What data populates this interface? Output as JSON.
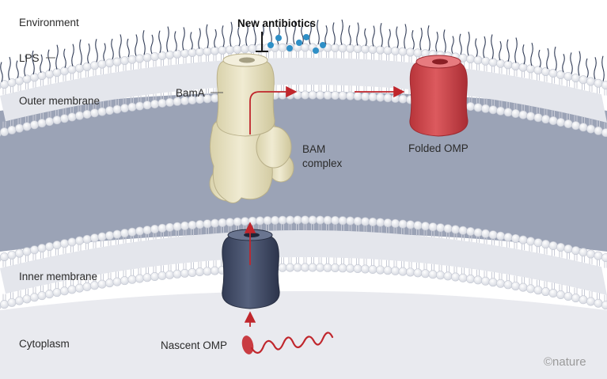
{
  "labels": {
    "environment": "Environment",
    "lps": "LPS",
    "outer_membrane": "Outer membrane",
    "inner_membrane": "Inner membrane",
    "cytoplasm": "Cytoplasm",
    "new_antibiotics": "New antibiotics",
    "bama": "BamA",
    "bam_line1": "BAM",
    "bam_line2": "complex",
    "folded_omp": "Folded OMP",
    "nascent_omp": "Nascent OMP",
    "credit": "©nature"
  },
  "colors": {
    "periplasm": "#9ba3b6",
    "cytoplasm": "#e9eaef",
    "membrane_bead": "#f4f5f8",
    "membrane_tail": "#c8cbd6",
    "lps": "#2f3a55",
    "bam": "#e5dfbe",
    "folded_omp": "#d04a4f",
    "inner_protein": "#3f4963",
    "arrow": "#c0262c",
    "antibiotic": "#2f8fc6"
  }
}
